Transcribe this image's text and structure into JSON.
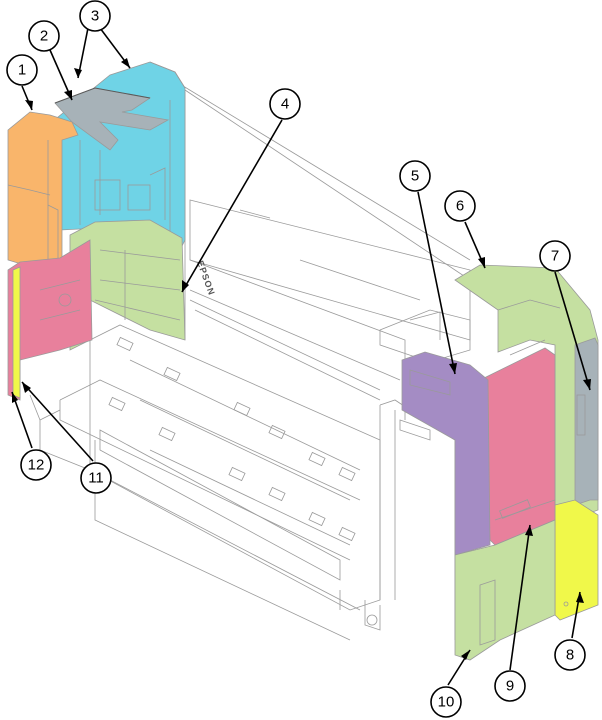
{
  "colors": {
    "orange": "#f9b56b",
    "blue": "#6fd3e6",
    "gray": "#a7b2b8",
    "green": "#c5e0a1",
    "pink": "#e8809c",
    "purple": "#a48cc4",
    "yellow": "#f0f84a",
    "outline": "#9a9a9a"
  },
  "brand_text": "EPSON",
  "callouts": [
    {
      "id": "1",
      "label": "1",
      "part_color": "orange"
    },
    {
      "id": "2",
      "label": "2",
      "part_color": "gray"
    },
    {
      "id": "3",
      "label": "3",
      "part_color": "blue"
    },
    {
      "id": "4",
      "label": "4",
      "part_color": "green"
    },
    {
      "id": "5",
      "label": "5",
      "part_color": "purple"
    },
    {
      "id": "6",
      "label": "6",
      "part_color": "green"
    },
    {
      "id": "7",
      "label": "7",
      "part_color": "gray"
    },
    {
      "id": "8",
      "label": "8",
      "part_color": "yellow"
    },
    {
      "id": "9",
      "label": "9",
      "part_color": "pink"
    },
    {
      "id": "10",
      "label": "10",
      "part_color": "green"
    },
    {
      "id": "11",
      "label": "11",
      "part_color": "yellow"
    },
    {
      "id": "12",
      "label": "12",
      "part_color": "pink"
    }
  ]
}
